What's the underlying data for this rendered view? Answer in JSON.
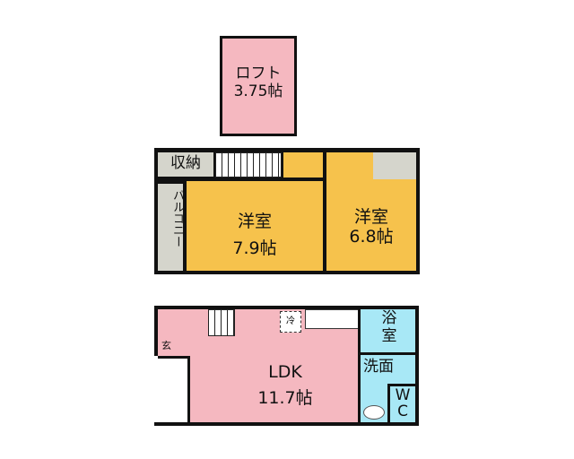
{
  "loft": {
    "name": "ロフト",
    "size": "3.75帖"
  },
  "upper_floor": {
    "storage": "収納",
    "balcony": "バルコニー",
    "room1": {
      "name": "洋室",
      "size": "7.9帖"
    },
    "room2": {
      "name": "洋室",
      "size": "6.8帖"
    }
  },
  "lower_floor": {
    "ldk": {
      "name": "LDK",
      "size": "11.7帖"
    },
    "entrance": "玄",
    "fridge": "冷",
    "bath": "浴室",
    "washroom": "洗面",
    "wc": "WC"
  },
  "colors": {
    "pink": "#f5b8c0",
    "orange": "#f6c24c",
    "gray": "#d5d5cc",
    "cyan": "#a8e8f6"
  }
}
